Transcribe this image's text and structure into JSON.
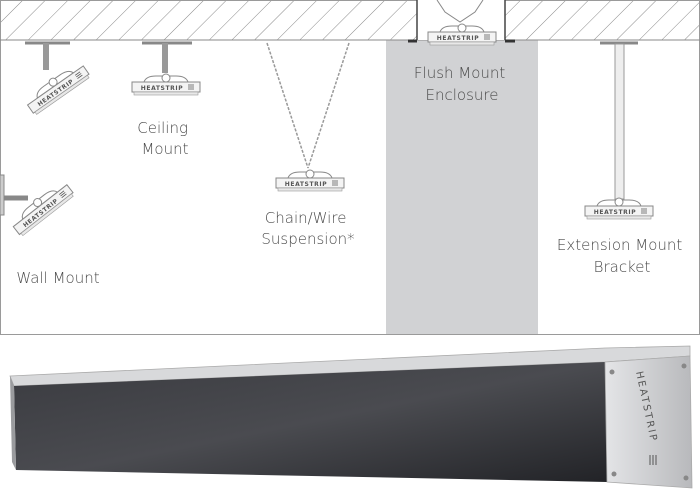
{
  "diagram": {
    "mounts": [
      {
        "id": "wall",
        "lines": [
          "Wall Mount"
        ]
      },
      {
        "id": "ceiling",
        "lines": [
          "Ceiling",
          "Mount"
        ]
      },
      {
        "id": "chain",
        "lines": [
          "Chain/Wire",
          "Suspension*"
        ]
      },
      {
        "id": "flush",
        "lines": [
          "Flush Mount",
          "Enclosure"
        ]
      },
      {
        "id": "extension",
        "lines": [
          "Extension Mount",
          "Bracket"
        ]
      }
    ],
    "brand_logo": "HEATSTRIP",
    "colors": {
      "flush_column": "#d1d2d4",
      "heater_face": "#2e2f33",
      "heater_frame": "#c9cacc",
      "line": "#8a8a8a"
    }
  }
}
